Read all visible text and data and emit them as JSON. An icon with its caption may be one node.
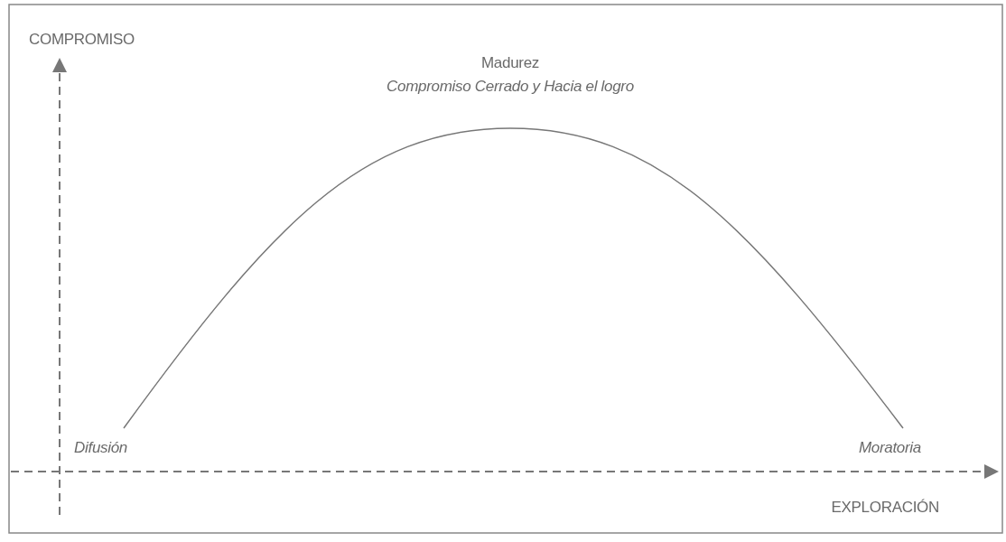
{
  "diagram": {
    "labels": [
      "COMPROMISO",
      "Madurez",
      "Compromiso Cerrado y Hacia el logro",
      "Difusión",
      "Moratoria",
      "EXPLORACIÓN"
    ]
  }
}
